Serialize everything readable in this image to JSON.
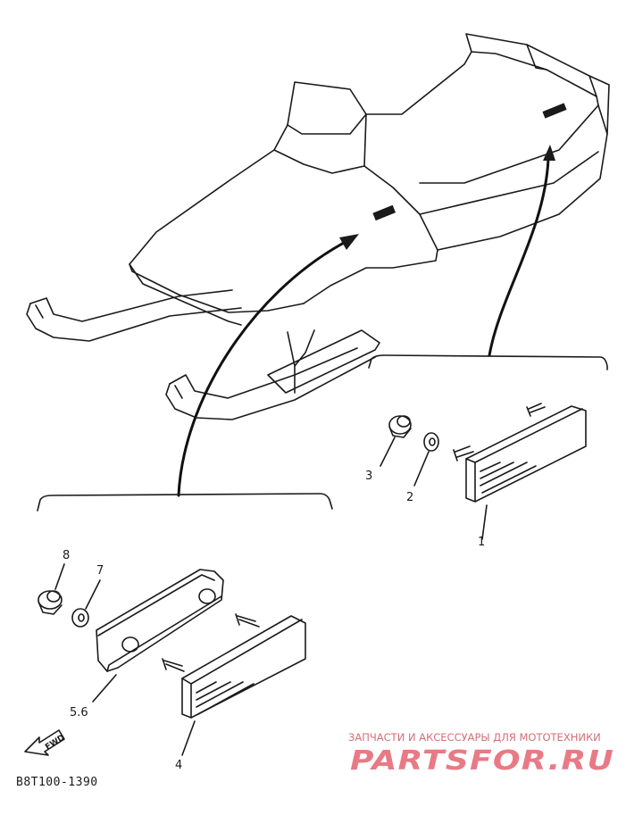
{
  "diagram": {
    "part_labels": {
      "p1": "1",
      "p2": "2",
      "p3": "3",
      "p4": "4",
      "p56": "5.6",
      "p7": "7",
      "p8": "8"
    },
    "direction_label": "FWD",
    "drawing_code": "B8T100-1390"
  },
  "watermark": {
    "line1": "ЗАПЧАСТИ И АКСЕССУАРЫ ДЛЯ МОТОТЕХНИКИ",
    "line2": "PARTSFOR.RU"
  },
  "colors": {
    "ink": "#1a1a1a",
    "watermark": "#e87a86"
  }
}
